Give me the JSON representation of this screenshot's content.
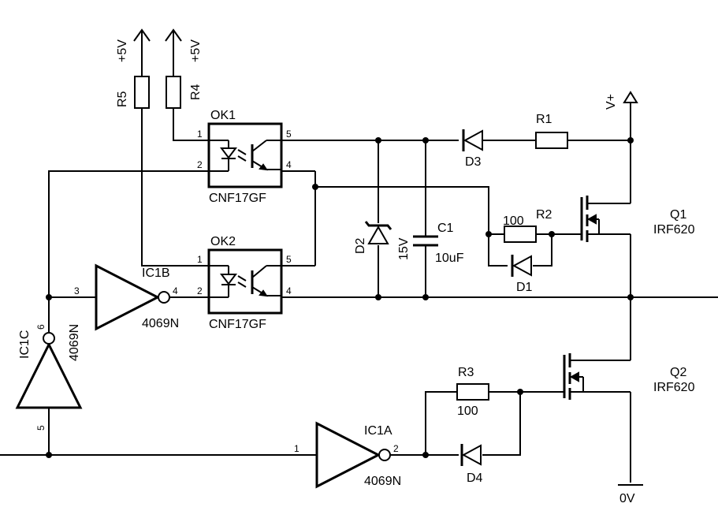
{
  "supplies": {
    "r5_supply": "+5V",
    "r4_supply": "+5V",
    "vplus": "V+",
    "ground": "0V"
  },
  "components": {
    "r5": {
      "ref": "R5"
    },
    "r4": {
      "ref": "R4"
    },
    "ok1": {
      "ref": "OK1",
      "part": "CNF17GF",
      "pins": [
        "1",
        "2",
        "5",
        "4"
      ]
    },
    "ok2": {
      "ref": "OK2",
      "part": "CNF17GF",
      "pins": [
        "1",
        "2",
        "5",
        "4"
      ]
    },
    "r1": {
      "ref": "R1"
    },
    "d3": {
      "ref": "D3"
    },
    "r2": {
      "ref": "R2",
      "value": "100"
    },
    "d1": {
      "ref": "D1"
    },
    "d2": {
      "ref": "D2",
      "value": "15V"
    },
    "c1": {
      "ref": "C1",
      "value": "10uF"
    },
    "q1": {
      "ref": "Q1",
      "part": "IRF620"
    },
    "q2": {
      "ref": "Q2",
      "part": "IRF620"
    },
    "ic1a": {
      "ref": "IC1A",
      "part": "4069N",
      "pin_in": "1",
      "pin_out": "2"
    },
    "ic1b": {
      "ref": "IC1B",
      "part": "4069N",
      "pin_in": "3",
      "pin_out": "4"
    },
    "ic1c": {
      "ref": "IC1C",
      "part": "4069N",
      "pin_in": "5",
      "pin_out": "6"
    },
    "r3": {
      "ref": "R3",
      "value": "100"
    },
    "d4": {
      "ref": "D4"
    }
  }
}
